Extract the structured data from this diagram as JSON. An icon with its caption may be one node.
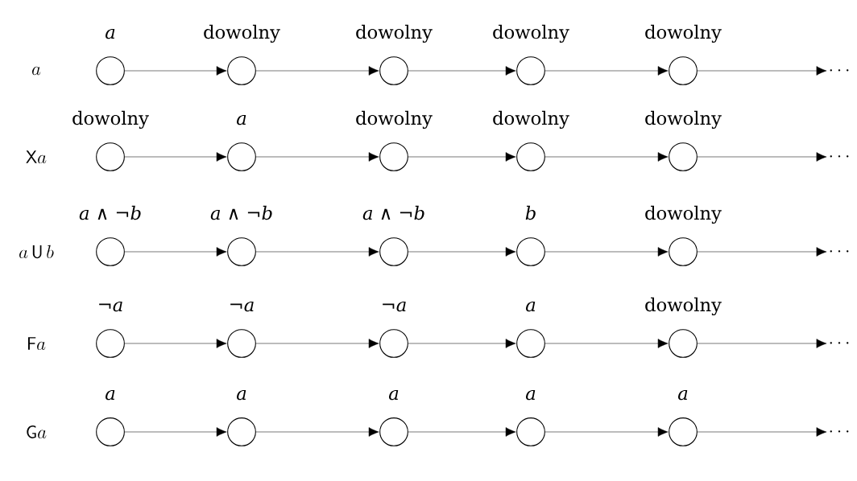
{
  "diagram": {
    "nodes": [
      {
        "text": [],
        "shape": "circle",
        "beside": [
          "*a*"
        ]
      },
      {
        "text": [],
        "shape": "circle",
        "beside": [
          "dowolny"
        ]
      },
      {
        "text": [],
        "shape": "circle",
        "beside": [
          "dowolny"
        ]
      },
      {
        "text": [],
        "shape": "circle",
        "beside": [
          "dowolny"
        ]
      },
      {
        "text": [],
        "shape": "circle",
        "beside": [
          "dowolny"
        ]
      },
      {
        "text": [
          "\\cdots"
        ]
      },
      {
        "text": [],
        "shape": "circle",
        "beside": [
          "dowolny"
        ]
      },
      {
        "text": [],
        "shape": "circle",
        "beside": [
          "*a*"
        ]
      },
      {
        "text": [],
        "shape": "circle",
        "beside": [
          "dowolny"
        ]
      },
      {
        "text": [],
        "shape": "circle",
        "beside": [
          "dowolny"
        ]
      },
      {
        "text": [],
        "shape": "circle",
        "beside": [
          "dowolny"
        ]
      },
      {
        "text": [
          "\\cdots"
        ]
      },
      {
        "text": [],
        "shape": "circle",
        "beside": [
          "*a* ∧ ¬*b*"
        ]
      },
      {
        "text": [],
        "shape": "circle",
        "beside": [
          "*a* ∧ ¬*b*"
        ]
      },
      {
        "text": [],
        "shape": "circle",
        "beside": [
          "*a* ∧ ¬*b*"
        ]
      },
      {
        "text": [],
        "shape": "circle",
        "beside": [
          "*b*"
        ]
      },
      {
        "text": [],
        "shape": "circle",
        "beside": [
          "dowolny"
        ]
      },
      {
        "text": [
          "\\cdots"
        ]
      },
      {
        "text": [],
        "shape": "circle",
        "beside": [
          "¬*a*"
        ]
      },
      {
        "text": [],
        "shape": "circle",
        "beside": [
          "¬*a*"
        ]
      },
      {
        "text": [],
        "shape": "circle",
        "beside": [
          "¬*a*"
        ]
      },
      {
        "text": [],
        "shape": "circle",
        "beside": [
          "*a*"
        ]
      },
      {
        "text": [],
        "shape": "circle",
        "beside": [
          "dowolny"
        ]
      },
      {
        "text": [
          "\\cdots"
        ]
      },
      {
        "text": [],
        "shape": "circle",
        "beside": [
          "*a*"
        ]
      },
      {
        "text": [],
        "shape": "circle",
        "beside": [
          "*a*"
        ]
      },
      {
        "text": [],
        "shape": "circle",
        "beside": [
          "*a*"
        ]
      },
      {
        "text": [],
        "shape": "circle",
        "beside": [
          "*a*"
        ]
      },
      {
        "text": [],
        "shape": "circle",
        "beside": [
          "*a*"
        ]
      },
      {
        "text": [
          "\\cdots"
        ]
      }
    ],
    "edges": [
      {
        "from": 0,
        "to": 1,
        "arrow": "to"
      },
      {
        "from": 1,
        "to": 2,
        "arrow": "to"
      },
      {
        "from": 2,
        "to": 3,
        "arrow": "to"
      },
      {
        "from": 3,
        "to": 4,
        "arrow": "to"
      },
      {
        "from": 4,
        "to": 5,
        "arrow": "to"
      },
      {
        "from": 6,
        "to": 7,
        "arrow": "to"
      },
      {
        "from": 7,
        "to": 8,
        "arrow": "to"
      },
      {
        "from": 8,
        "to": 9,
        "arrow": "to"
      },
      {
        "from": 9,
        "to": 10,
        "arrow": "to"
      },
      {
        "from": 10,
        "to": 11,
        "arrow": "to"
      },
      {
        "from": 12,
        "to": 13,
        "arrow": "to"
      },
      {
        "from": 13,
        "to": 14,
        "arrow": "to"
      },
      {
        "from": 14,
        "to": 15,
        "arrow": "to"
      },
      {
        "from": 15,
        "to": 16,
        "arrow": "to"
      },
      {
        "from": 16,
        "to": 17,
        "arrow": "to"
      },
      {
        "from": 18,
        "to": 19,
        "arrow": "to"
      },
      {
        "from": 19,
        "to": 20,
        "arrow": "to"
      },
      {
        "from": 20,
        "to": 21,
        "arrow": "to"
      },
      {
        "from": 21,
        "to": 22,
        "arrow": "to"
      },
      {
        "from": 22,
        "to": 23,
        "arrow": "to"
      },
      {
        "from": 24,
        "to": 25,
        "arrow": "to"
      },
      {
        "from": 25,
        "to": 26,
        "arrow": "to"
      },
      {
        "from": 26,
        "to": 27,
        "arrow": "to"
      },
      {
        "from": 27,
        "to": 28,
        "arrow": "to"
      },
      {
        "from": 28,
        "to": 29,
        "arrow": "to"
      }
    ],
    "labels": [
      "a",
      "\\mathsf{X}a",
      "a\\,\\mathsf{U}\\,b",
      "\\mathsf{F}a",
      "\\mathsf{G}a"
    ]
  }
}
